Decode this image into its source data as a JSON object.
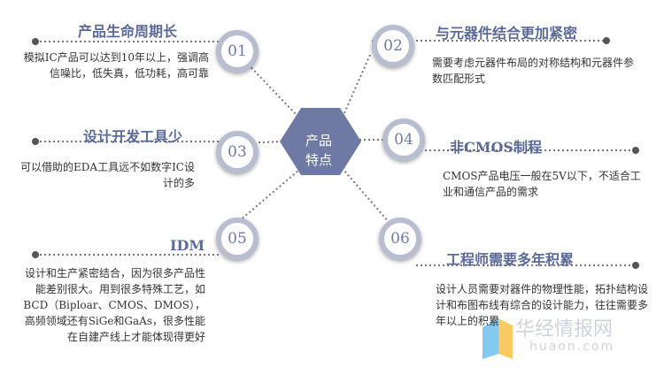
{
  "hub": {
    "line1": "产品",
    "line2": "特点"
  },
  "items": [
    {
      "num": "01",
      "title": "产品生命周期长",
      "desc": "模拟IC产品可以达到10年以上，强调高信噪比，低失真，低功耗，高可靠"
    },
    {
      "num": "02",
      "title": "与元器件结合更加紧密",
      "desc": "需要考虑元器件布局的对称结构和元器件参数匹配形式"
    },
    {
      "num": "03",
      "title": "设计开发工具少",
      "desc": "可以借助的EDA工具远不如数字IC设计的多"
    },
    {
      "num": "04",
      "title": "非CMOS制程",
      "desc": "CMOS产品电压一般在5V以下，不适合工业和通信产品的需求"
    },
    {
      "num": "05",
      "title": "IDM",
      "desc": "设计和生产紧密结合，因为很多产品性能差别很大。用到很多特殊工艺，如BCD（Biploar、CMOS、DMOS），高频领域还有SiGe和GaAs，很多性能在自建产线上才能体现得更好"
    },
    {
      "num": "06",
      "title": "工程师需要多年积累",
      "desc": "设计人员需要对器件的物理性能，拓扑结构设计和布图布线有综合的设计能力，往往需要多年以上的积累"
    }
  ],
  "watermark": {
    "brand": "华经情报网",
    "url": "huaon.com"
  },
  "colors": {
    "hub": "#6e7aa3",
    "title": "#5b6a97",
    "ring": "#b9bdd0",
    "line": "#777777"
  }
}
